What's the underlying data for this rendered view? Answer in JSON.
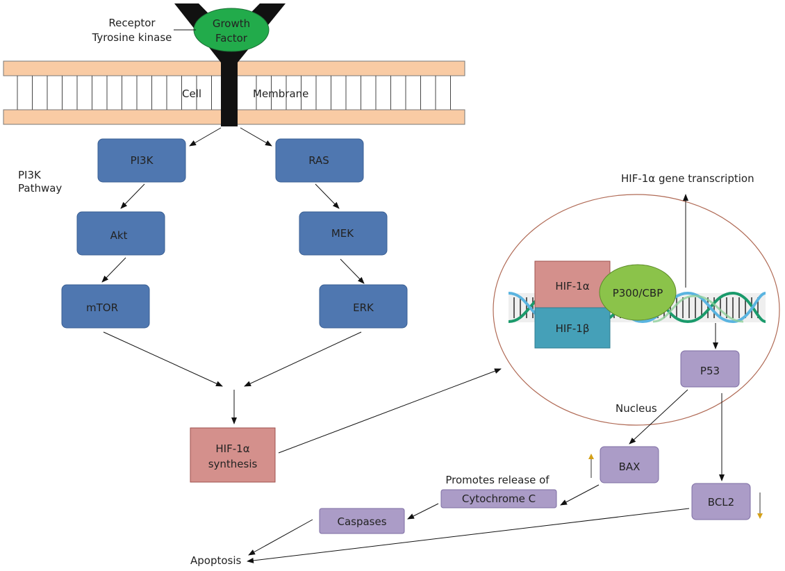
{
  "labels": {
    "receptor_line1": "Receptor",
    "receptor_line2": "Tyrosine kinase",
    "growth_line1": "Growth",
    "growth_line2": "Factor",
    "cell": "Cell",
    "membrane": "Membrane",
    "pi3k_pathway_line1": "PI3K",
    "pi3k_pathway_line2": "Pathway",
    "hif_transcription": "HIF-1α gene transcription",
    "nucleus": "Nucleus",
    "promotes_release": "Promotes release of",
    "apoptosis": "Apoptosis"
  },
  "nodes": {
    "pi3k": "PI3K",
    "akt": "Akt",
    "mtor": "mTOR",
    "ras": "RAS",
    "mek": "MEK",
    "erk": "ERK",
    "hif_synthesis_line1": "HIF-1α",
    "hif_synthesis_line2": "synthesis",
    "hif1a": "HIF-1α",
    "hif1b": "HIF-1β",
    "p300": "P300/CBP",
    "p53": "P53",
    "bax": "BAX",
    "bcl2": "BCL2",
    "cytochrome": "Cytochrome C",
    "caspases": "Caspases"
  },
  "colors": {
    "membrane": "#f9cba4",
    "blue_node": "#4f77b0",
    "blue_node_border": "#3a5f93",
    "pink_node": "#d4908c",
    "teal_node": "#45a0b8",
    "purple_node": "#ab9cc7",
    "green": "#22ab4b",
    "lime": "#8bc34a",
    "nucleus_border": "#b06a55",
    "receptor": "#111111",
    "up_arrow": "#555555",
    "down_arrow": "#d4a017"
  }
}
